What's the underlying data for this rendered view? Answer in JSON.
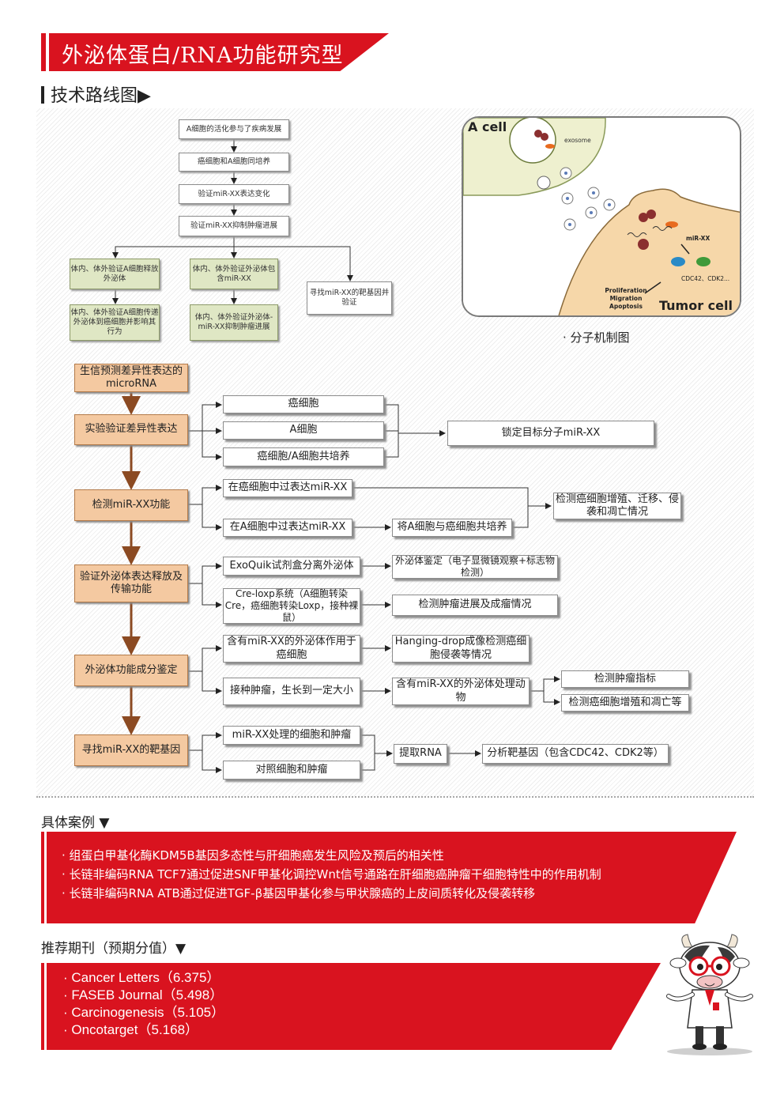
{
  "header": {
    "title": "外泌体蛋白/RNA功能研究型",
    "section": "技术路线图▶"
  },
  "roadmap_top": {
    "s1": "A细胞的活化参与了疾病发展",
    "s2": "癌细胞和A细胞同培养",
    "s3": "验证miR-XX表达变化",
    "s4": "验证miR-XX抑制肿瘤进展",
    "g1": "体内、体外验证A细胞释放外泌体",
    "g2": "体内、体外验证外泌体包含miR-XX",
    "g3": "体内、体外验证A细胞传递外泌体到癌细胞并影响其行为",
    "g4": "体内、体外验证外泌体-miR-XX抑制肿瘤进展",
    "w_target": "寻找miR-XX的靶基因并验证"
  },
  "mechanism": {
    "a_cell": "A cell",
    "exosome": "exosome",
    "mirxx": "miR-XX",
    "genes": "CDC42、CDK2...",
    "effects": [
      "Proliferation",
      "Migration",
      "Apoptosis"
    ],
    "tumor": "Tumor cell",
    "caption": "· 分子机制图"
  },
  "flow": {
    "o1": "生信预测差异性表达的microRNA",
    "o2": "实验验证差异性表达",
    "o3": "检测miR-XX功能",
    "o4": "验证外泌体表达释放及传输功能",
    "o5": "外泌体功能成分鉴定",
    "o6": "寻找miR-XX的靶基因",
    "r1a": "癌细胞",
    "r1b": "A细胞",
    "r1c": "癌细胞/A细胞共培养",
    "r1t": "锁定目标分子miR-XX",
    "r2a": "在癌细胞中过表达miR-XX",
    "r2b": "在A细胞中过表达miR-XX",
    "r2c": "将A细胞与癌细胞共培养",
    "r2t": "检测癌细胞增殖、迁移、侵袭和凋亡情况",
    "r3a": "ExoQuik试剂盒分离外泌体",
    "r3b": "外泌体鉴定（电子显微镜观察+标志物检测）",
    "r3c": "Cre-loxp系统（A细胞转染Cre，癌细胞转染Loxp，接种裸鼠）",
    "r3d": "检测肿瘤进展及成瘤情况",
    "r4a": "含有miR-XX的外泌体作用于癌细胞",
    "r4b": "Hanging-drop成像检测癌细胞侵袭等情况",
    "r4c": "接种肿瘤，生长到一定大小",
    "r4d": "含有miR-XX的外泌体处理动物",
    "r4e": "检测肿瘤指标",
    "r4f": "检测癌细胞增殖和凋亡等",
    "r5a": "miR-XX处理的细胞和肿瘤",
    "r5b": "对照细胞和肿瘤",
    "r5c": "提取RNA",
    "r5d": "分析靶基因（包含CDC42、CDK2等）"
  },
  "cases": {
    "heading": "具体案例 ▼",
    "items": [
      "· 组蛋白甲基化酶KDM5B基因多态性与肝细胞癌发生风险及预后的相关性",
      "· 长链非编码RNA TCF7通过促进SNF甲基化调控Wnt信号通路在肝细胞癌肿瘤干细胞特性中的作用机制",
      "· 长链非编码RNA ATB通过促进TGF-β基因甲基化参与甲状腺癌的上皮间质转化及侵袭转移"
    ]
  },
  "journals": {
    "heading": "推荐期刊（预期分值）▼",
    "items": [
      "· Cancer Letters（6.375）",
      "· FASEB Journal（5.498）",
      "· Carcinogenesis（5.105）",
      "· Oncotarget（5.168）"
    ]
  },
  "colors": {
    "brand_red": "#d9131f",
    "orange_box": "#f4c9a1",
    "green_box": "#dfe7c4",
    "brown_arrow": "#8b4a22"
  }
}
